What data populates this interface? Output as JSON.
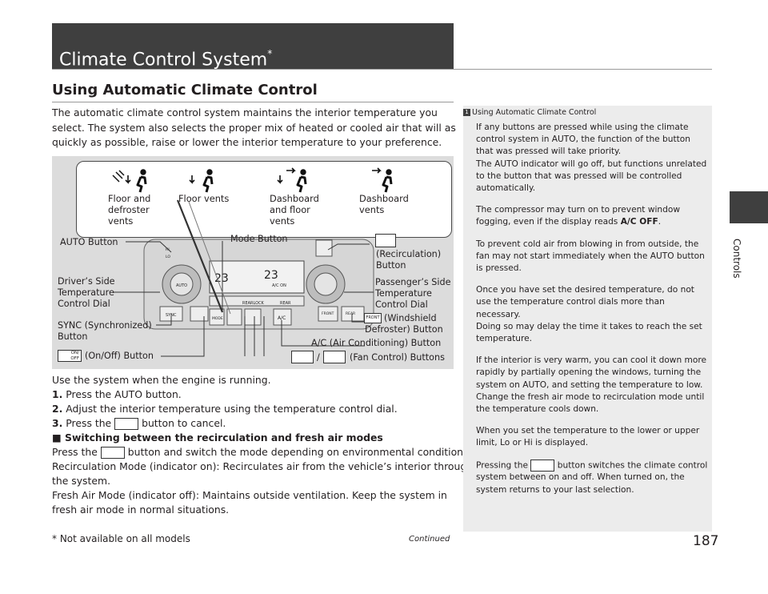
{
  "header": {
    "title": "Climate Control System",
    "title_mark": "*",
    "side_tab_label": "Controls"
  },
  "section": {
    "title": "Using Automatic Climate Control",
    "intro": "The automatic climate control system maintains the interior temperature you select. The system also selects the proper mix of heated or cooled air that will as quickly as possible, raise or lower the interior temperature to your preference."
  },
  "diagram": {
    "vents": [
      {
        "label": "Floor and\ndefroster\nvents",
        "icon": "floor-defroster-vent-icon"
      },
      {
        "label": "Floor vents",
        "icon": "floor-vent-icon"
      },
      {
        "label": "Dashboard\nand floor\nvents",
        "icon": "dashboard-floor-vent-icon"
      },
      {
        "label": "Dashboard\nvents",
        "icon": "dashboard-vent-icon"
      }
    ],
    "callouts": {
      "auto_button": "AUTO Button",
      "mode_button": "Mode Button",
      "recirculation": "(Recirculation)\nButton",
      "drivers_dial": "Driver’s Side\nTemperature\nControl Dial",
      "passengers_dial": "Passenger’s Side\nTemperature\nControl Dial",
      "sync": "SYNC (Synchronized)\nButton",
      "windshield": "(Windshield",
      "defroster": "Defroster) Button",
      "ac": "A/C (Air Conditioning) Button",
      "onoff": "(On/Off) Button",
      "fan_sep": "/",
      "fan": "(Fan Control) Buttons"
    },
    "panel_labels": {
      "display_left": "23",
      "display_right": "23",
      "ac_on": "A/C ON",
      "rear_lock": "REARLOCK",
      "rear": "REAR",
      "mode": "MODE",
      "ac": "A/C",
      "sync": "SYNC",
      "auto": "AUTO",
      "front": "FRONT",
      "rear_btn": "REAR",
      "hi": "HI",
      "lo": "LO"
    },
    "icon_labels": {
      "on": "ON/",
      "off": "OFF",
      "front": "FRONT"
    }
  },
  "steps": {
    "lead": "Use the system when the engine is running.",
    "step1_num": "1.",
    "step1": "Press the AUTO button.",
    "step2_num": "2.",
    "step2": "Adjust the interior temperature using the temperature control dial.",
    "step3_num": "3.",
    "step3_pre": "Press the",
    "step3_post": "button to cancel.",
    "subhead": "Switching between the recirculation and fresh air modes",
    "subhead_marker": "■",
    "para1_pre": "Press the",
    "para1_post": "button and switch the mode depending on environmental conditions.",
    "para2": "Recirculation Mode (indicator on): Recirculates air from the vehicle’s interior through",
    "para2b": "the system.",
    "para3": "Fresh Air Mode (indicator off): Maintains outside ventilation. Keep the system in",
    "para3b": "fresh air mode in normal situations."
  },
  "sidebar": {
    "marker": "1",
    "heading": "Using Automatic Climate Control",
    "p1": "If any buttons are pressed while using the climate control system in AUTO, the function of the button that was pressed will take priority.",
    "p1b": "The AUTO indicator will go off, but functions unrelated to the button that was pressed will be controlled automatically.",
    "p2_pre": "The compressor may turn on to prevent window fogging, even if the display reads ",
    "p2_bold": "A/C OFF",
    "p2_post": ".",
    "p3": "To prevent cold air from blowing in from outside, the fan may not start immediately when the AUTO button is pressed.",
    "p4": "Once you have set the desired temperature, do not use the temperature control dials more than necessary.",
    "p4b": "Doing so may delay the time it takes to reach the set temperature.",
    "p5": "If the interior is very warm, you can cool it down more rapidly by partially opening the windows, turning the system on AUTO, and setting the temperature to low. Change the fresh air mode to recirculation mode until the temperature cools down.",
    "p6": "When you set the temperature to the lower or upper limit, Lo or Hi is displayed.",
    "p7_pre": "Pressing the",
    "p7_post": "button switches the climate control system between on and off. When turned on, the system returns to your last selection."
  },
  "footer": {
    "footnote": "* Not available on all models",
    "continued": "Continued",
    "page_number": "187"
  }
}
